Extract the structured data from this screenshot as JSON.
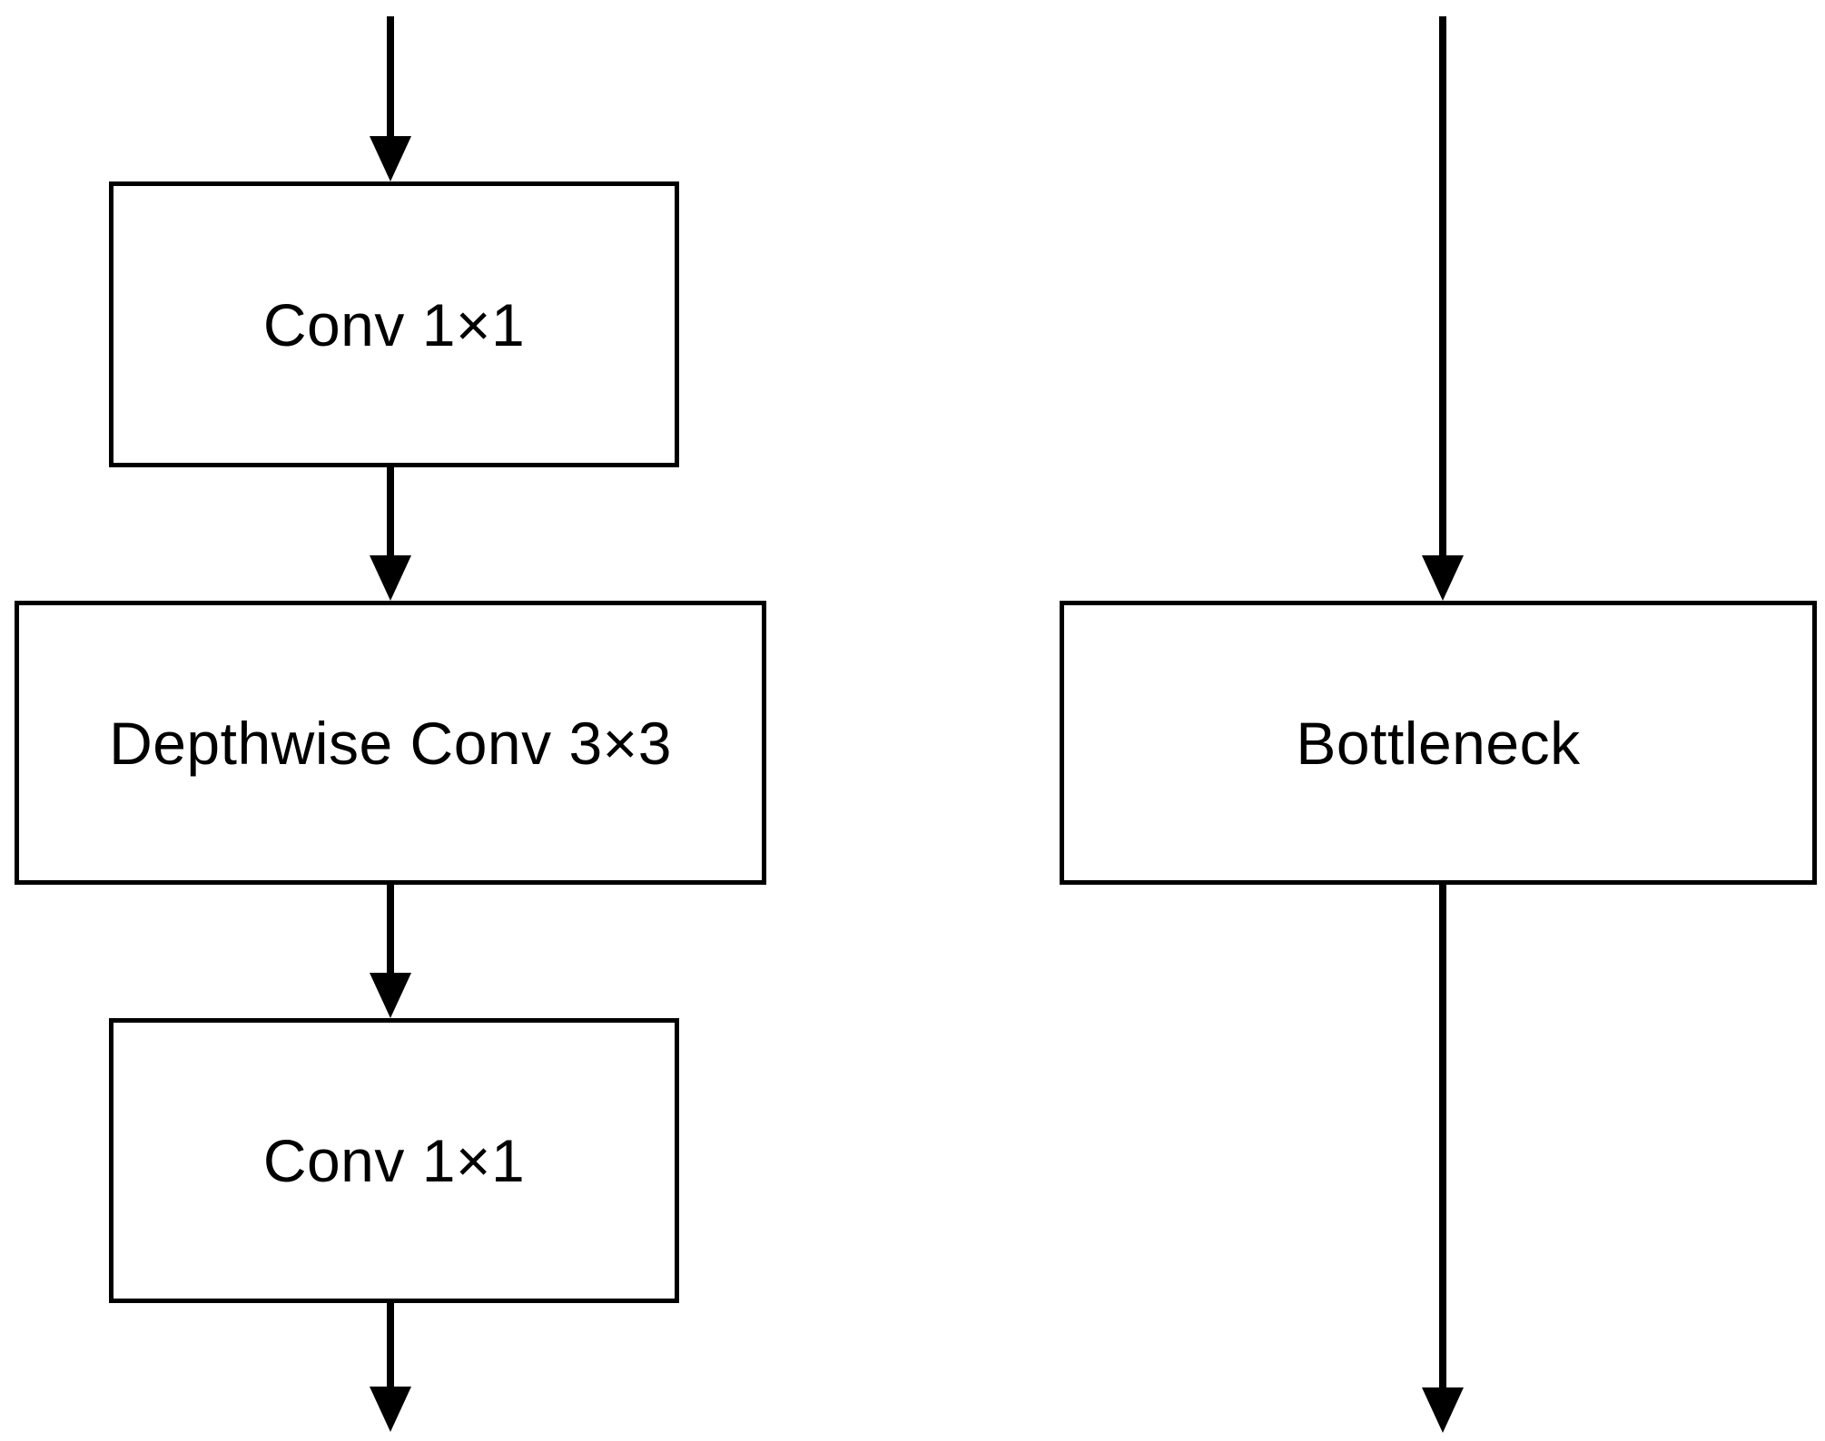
{
  "diagram": {
    "type": "flowchart",
    "background_color": "#ffffff",
    "stroke_color": "#000000",
    "left_branch": {
      "blocks": [
        {
          "id": "conv1x1_top",
          "label": "Conv 1×1"
        },
        {
          "id": "depthwise_conv3x3",
          "label": "Depthwise Conv 3×3"
        },
        {
          "id": "conv1x1_bottom",
          "label": "Conv 1×1"
        }
      ],
      "edges": [
        {
          "from": "input",
          "to": "conv1x1_top"
        },
        {
          "from": "conv1x1_top",
          "to": "depthwise_conv3x3"
        },
        {
          "from": "depthwise_conv3x3",
          "to": "conv1x1_bottom"
        },
        {
          "from": "conv1x1_bottom",
          "to": "output"
        }
      ]
    },
    "right_branch": {
      "blocks": [
        {
          "id": "bottleneck",
          "label": "Bottleneck"
        }
      ],
      "edges": [
        {
          "from": "input",
          "to": "bottleneck"
        },
        {
          "from": "bottleneck",
          "to": "output"
        }
      ]
    }
  }
}
